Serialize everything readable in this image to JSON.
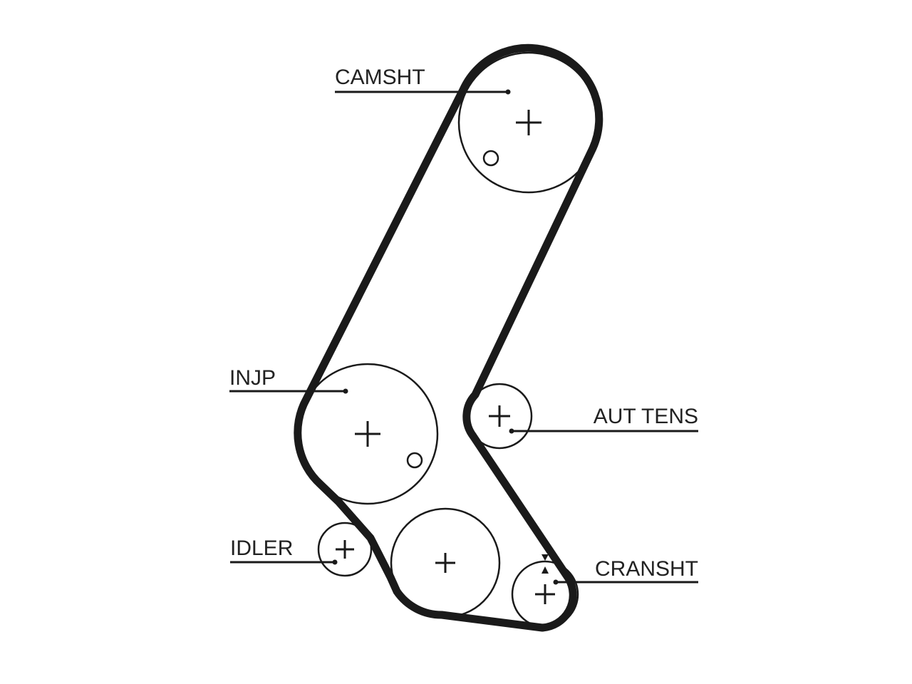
{
  "colors": {
    "stroke": "#1a1a1a",
    "background": "#ffffff",
    "label": "#222222"
  },
  "labels": {
    "camshaft": "CAMSHT",
    "injection_pump": "INJP",
    "auto_tensioner": "AUT TENS",
    "idler": "IDLER",
    "crankshaft": "CRANSHT"
  }
}
